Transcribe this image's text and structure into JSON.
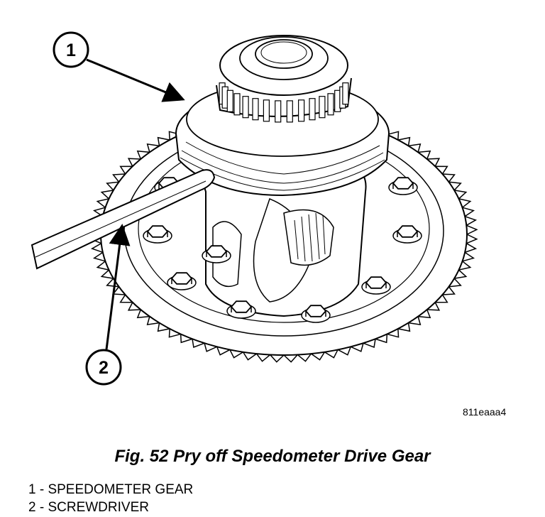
{
  "figure": {
    "callouts": [
      {
        "number": "1"
      },
      {
        "number": "2"
      }
    ],
    "ref_code": "811eaaa4",
    "caption": "Fig. 52 Pry off Speedometer Drive Gear"
  },
  "legend": {
    "items": [
      {
        "text": "1 - SPEEDOMETER GEAR"
      },
      {
        "text": "2 - SCREWDRIVER"
      }
    ]
  }
}
